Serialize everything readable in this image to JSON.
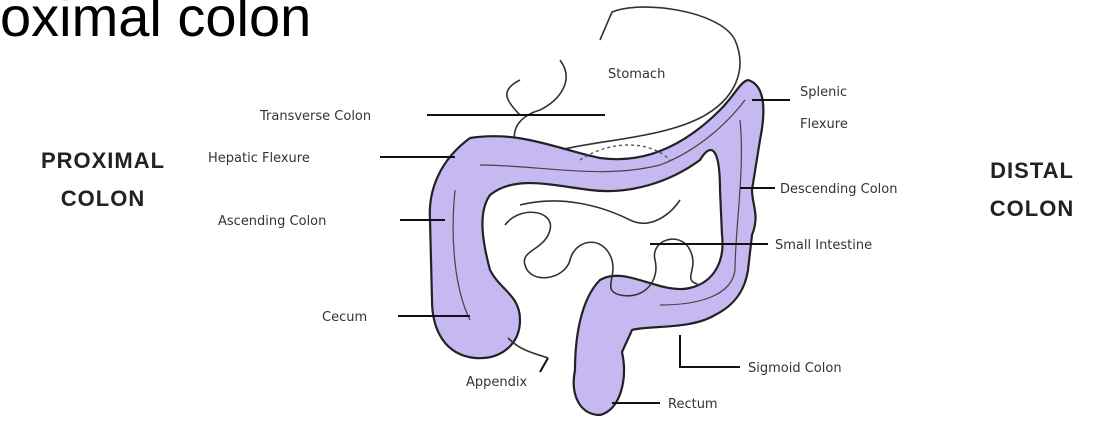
{
  "title": "oximal colon",
  "proximal_label": [
    "PROXIMAL",
    "COLON"
  ],
  "distal_label": [
    "DISTAL",
    "COLON"
  ],
  "labels": {
    "stomach": "Stomach",
    "splenic_flexure_line1": "Splenic",
    "splenic_flexure_line2": "Flexure",
    "transverse_colon": "Transverse Colon",
    "hepatic_flexure": "Hepatic Flexure",
    "descending_colon": "Descending Colon",
    "ascending_colon": "Ascending Colon",
    "small_intestine": "Small Intestine",
    "cecum": "Cecum",
    "sigmoid_colon": "Sigmoid Colon",
    "appendix": "Appendix",
    "rectum": "Rectum"
  },
  "colors": {
    "colon_fill": "#c6b8f0",
    "outline": "#222222"
  }
}
